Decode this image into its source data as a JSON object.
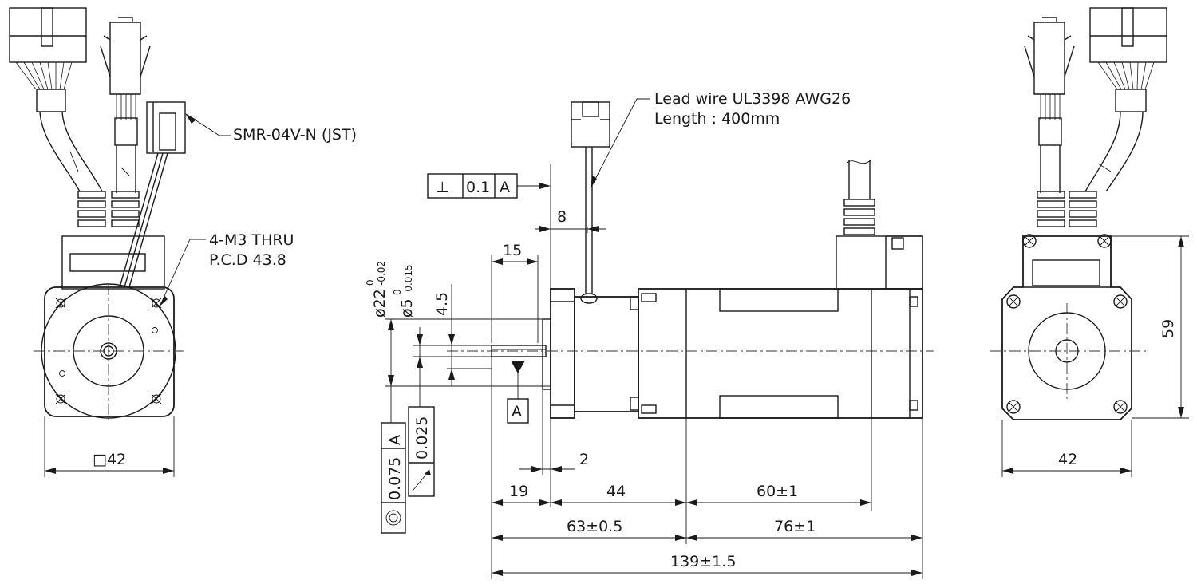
{
  "labels": {
    "connector": "SMR-04V-N (JST)",
    "holes_line1": "4-M3 THRU",
    "holes_line2": "P.C.D 43.8",
    "lead_line1": "Lead wire UL3398 AWG26",
    "lead_line2": "Length : 400mm"
  },
  "tolerances": {
    "perp_symbol": "⊥",
    "perp_value": "0.1",
    "perp_datum": "A",
    "datum_tag": "A",
    "conc_symbol": "◎",
    "conc_value": "0.075",
    "conc_datum": "A",
    "runout_symbol": "↗",
    "runout_value": "0.025"
  },
  "dims": {
    "square": "□42",
    "d8": "8",
    "d15": "15",
    "d4_5": "4.5",
    "dia22": "ø22",
    "dia22_tol_upper": "0",
    "dia22_tol_lower": "-0.02",
    "dia5": "ø5",
    "dia5_tol_upper": "0",
    "dia5_tol_lower": "-0.015",
    "d2": "2",
    "d19": "19",
    "d44": "44",
    "d60": "60±1",
    "d63": "63±0.5",
    "d76": "76±1",
    "d139": "139±1.5",
    "d59": "59",
    "d42_rear": "42"
  }
}
